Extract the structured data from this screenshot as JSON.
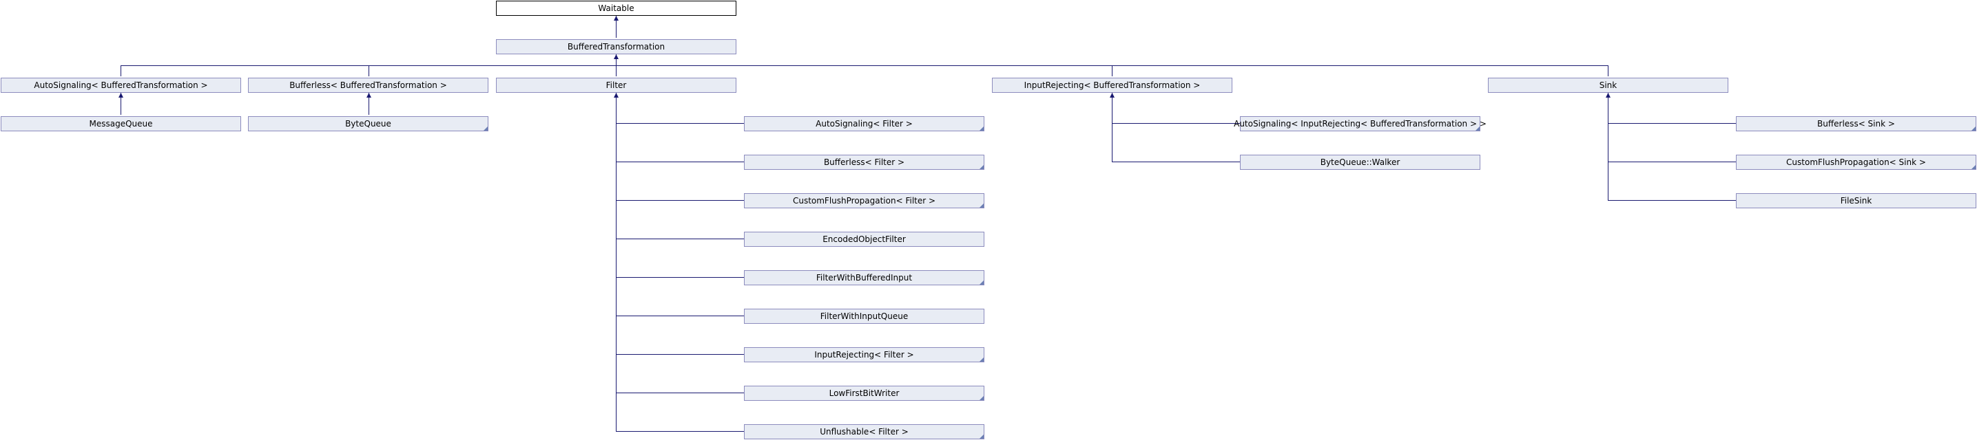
{
  "diagram": {
    "nodes": {
      "waitable": "Waitable",
      "buffered_transformation": "BufferedTransformation",
      "autosignaling_bt": "AutoSignaling< BufferedTransformation >",
      "bufferless_bt": "Bufferless< BufferedTransformation >",
      "filter": "Filter",
      "inputrejecting_bt": "InputRejecting< BufferedTransformation >",
      "sink": "Sink",
      "message_queue": "MessageQueue",
      "byte_queue": "ByteQueue",
      "autosignaling_filter": "AutoSignaling< Filter >",
      "bufferless_filter": "Bufferless< Filter >",
      "customflush_filter": "CustomFlushPropagation< Filter >",
      "encoded_object_filter": "EncodedObjectFilter",
      "filter_with_buffered_input": "FilterWithBufferedInput",
      "filter_with_input_queue": "FilterWithInputQueue",
      "inputrejecting_filter": "InputRejecting< Filter >",
      "low_first_bit_writer": "LowFirstBitWriter",
      "unflushable_filter": "Unflushable< Filter >",
      "autosignaling_inputrejecting_bt": "AutoSignaling< InputRejecting< BufferedTransformation > >",
      "byte_queue_walker": "ByteQueue::Walker",
      "bufferless_sink": "Bufferless< Sink >",
      "customflush_sink": "CustomFlushPropagation< Sink >",
      "file_sink": "FileSink"
    },
    "colors": {
      "edge": "#191970",
      "node_fill": "#e8ecf4",
      "node_border": "#8c8cbe",
      "root_border": "#000000"
    }
  }
}
